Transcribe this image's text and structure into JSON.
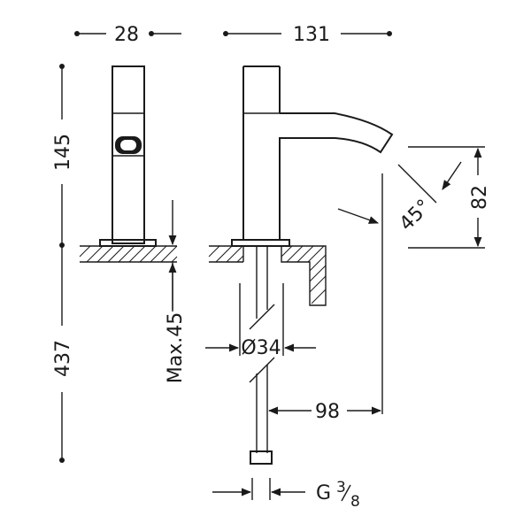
{
  "dimensions": {
    "side_width": "28",
    "front_width": "131",
    "height_above": "145",
    "height_below": "437",
    "max_thickness": "Max.45",
    "spout_rise": "82",
    "spout_angle": "45°",
    "pipe_diameter": "Ø34",
    "spout_reach": "98",
    "thread_main": "G",
    "thread_frac_num": "3",
    "thread_frac_den": "8"
  },
  "colors": {
    "ink": "#1a1a1a",
    "background": "#ffffff"
  }
}
